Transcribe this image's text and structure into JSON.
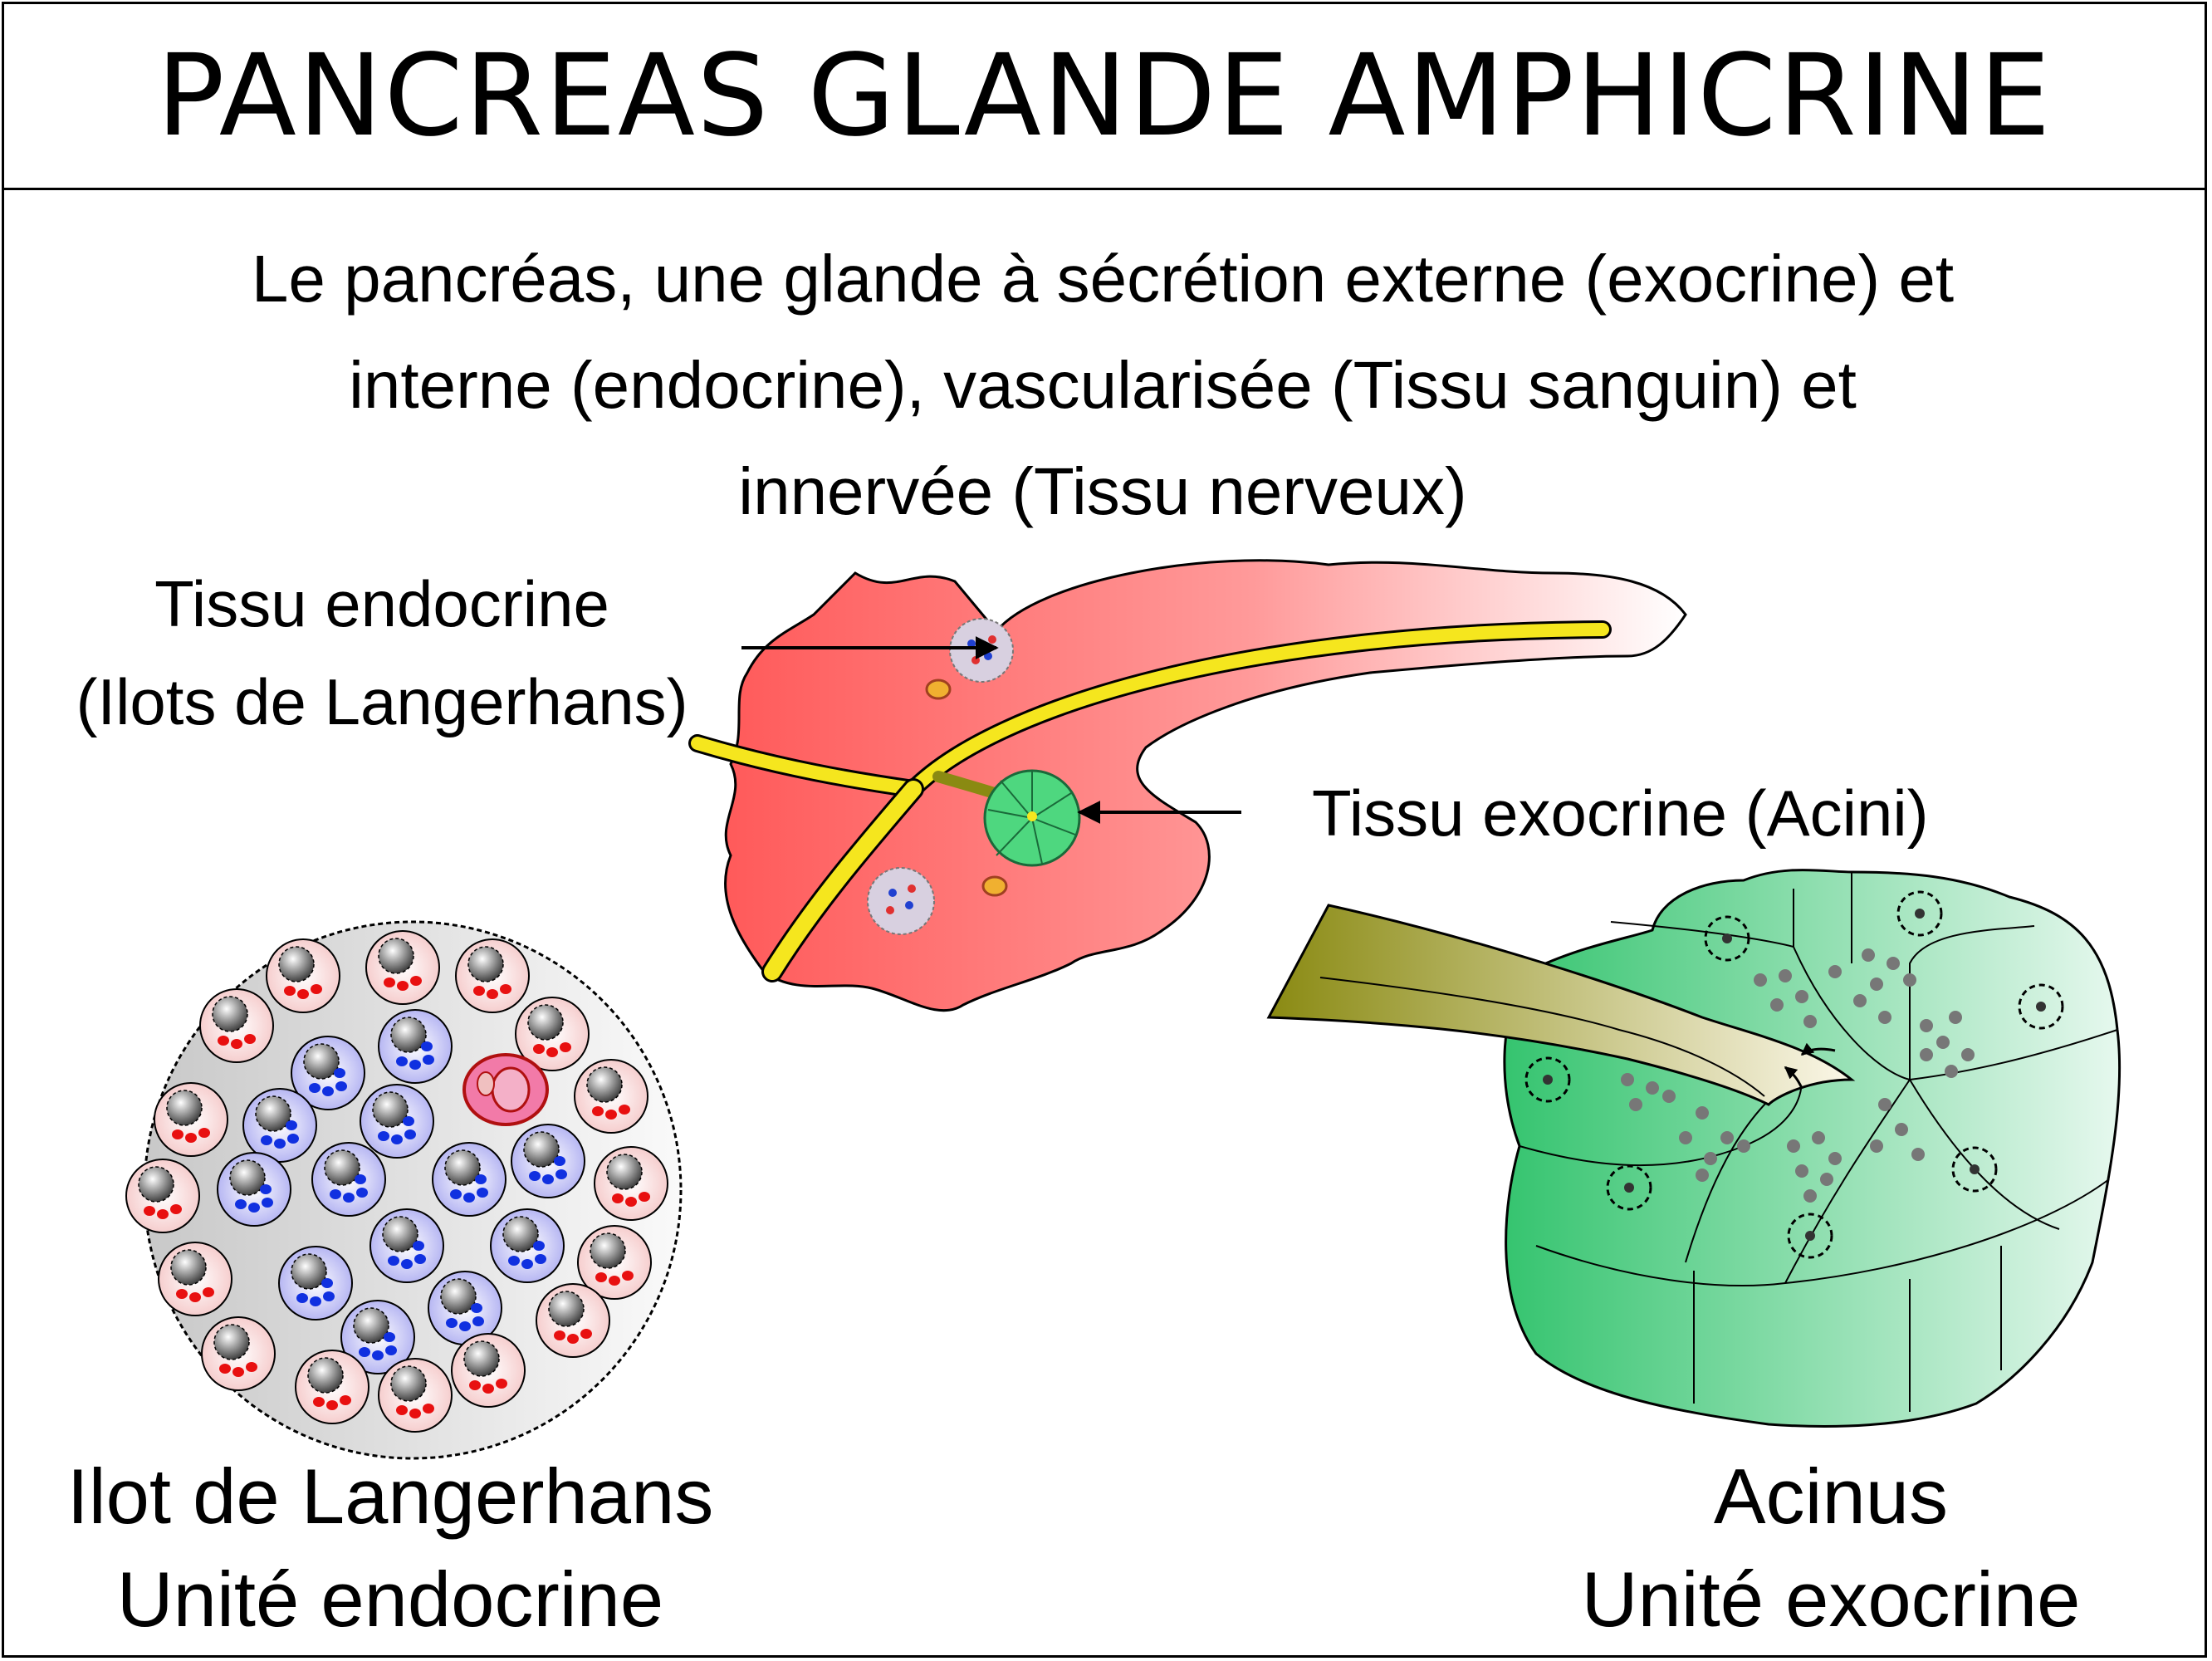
{
  "title": "PANCREAS GLANDE AMPHICRINE",
  "subtitle": {
    "line1": "Le pancréas, une glande à sécrétion externe (exocrine) et",
    "line2": "interne (endocrine), vascularisée (Tissu sanguin) et",
    "line3": "innervée (Tissu nerveux)"
  },
  "labels": {
    "endocrine_line1": "Tissu endocrine",
    "endocrine_line2": "(Ilots de Langerhans)",
    "exocrine": "Tissu exocrine (Acini)"
  },
  "captions": {
    "ilot_name": "Ilot de Langerhans",
    "ilot_unit": "Unité endocrine",
    "acinus_name": "Acinus",
    "acinus_unit": "Unité exocrine"
  },
  "colors": {
    "pancreas": "#ff5a5a",
    "duct": "#f5e61e",
    "acinus_green": "#35c46f",
    "endocrine_red_dots": "#e81010",
    "endocrine_blue_dots": "#1030e0",
    "duct_olive": "#8a8a12"
  }
}
